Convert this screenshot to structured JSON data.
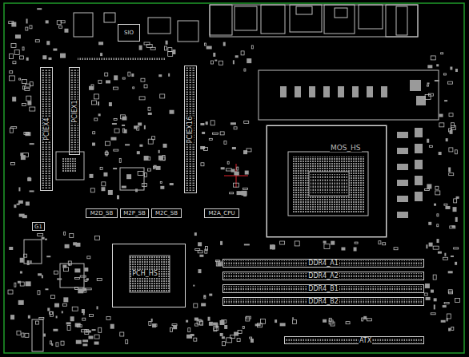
{
  "diagram": {
    "nodes": [
      {
        "text": [
          "SIO"
        ]
      },
      {
        "text": [
          "PCIEX4"
        ]
      },
      {
        "text": [
          "PCIEX1"
        ]
      },
      {
        "text": [
          "PCIEX16"
        ]
      },
      {
        "text": [
          "MOS_HS"
        ]
      },
      {
        "text": [
          "M2D_SB"
        ]
      },
      {
        "text": [
          "M2P_SB"
        ]
      },
      {
        "text": [
          "M2C_SB"
        ]
      },
      {
        "text": [
          "M2A_CPU"
        ]
      },
      {
        "text": [
          "G1"
        ]
      },
      {
        "text": [
          "PCH_HS"
        ]
      },
      {
        "text": [
          "DDR4_A1"
        ]
      },
      {
        "text": [
          "DDR4_A2"
        ]
      },
      {
        "text": [
          "DDR4_B1"
        ]
      },
      {
        "text": [
          "DDR4_B2"
        ]
      },
      {
        "text": [
          "ATX"
        ]
      }
    ]
  }
}
